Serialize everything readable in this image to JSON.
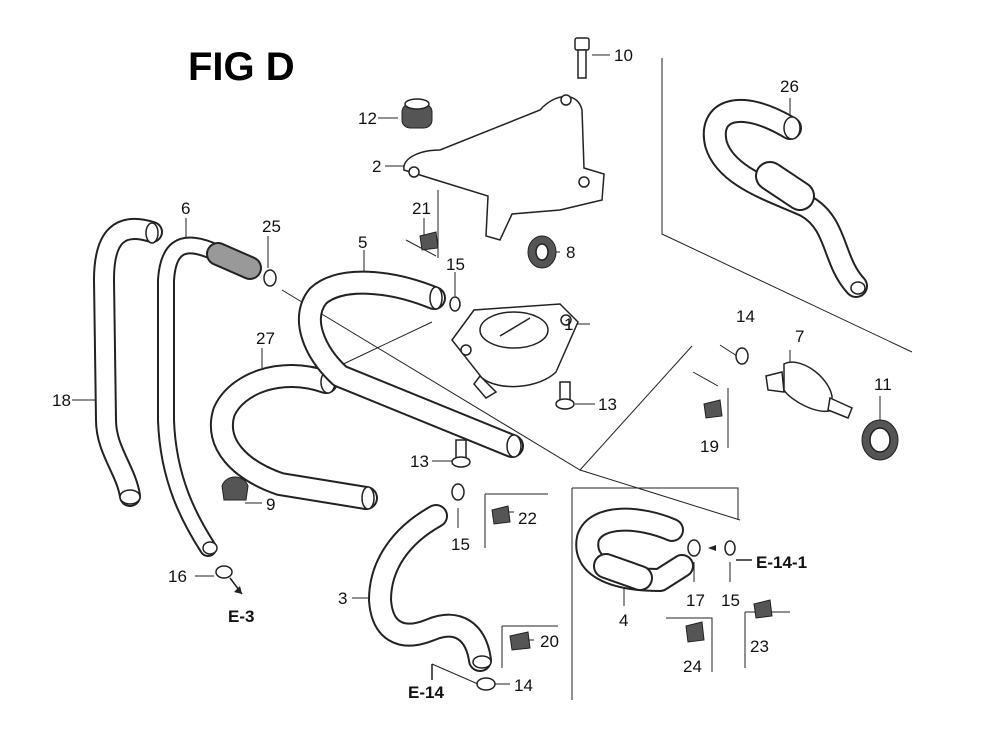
{
  "title": "FIG D",
  "labels": [
    {
      "id": "1",
      "text": "1"
    },
    {
      "id": "2",
      "text": "2"
    },
    {
      "id": "3",
      "text": "3"
    },
    {
      "id": "4",
      "text": "4"
    },
    {
      "id": "5",
      "text": "5"
    },
    {
      "id": "6",
      "text": "6"
    },
    {
      "id": "7",
      "text": "7"
    },
    {
      "id": "8",
      "text": "8"
    },
    {
      "id": "9",
      "text": "9"
    },
    {
      "id": "10",
      "text": "10"
    },
    {
      "id": "11",
      "text": "11"
    },
    {
      "id": "12",
      "text": "12"
    },
    {
      "id": "13a",
      "text": "13"
    },
    {
      "id": "13b",
      "text": "13"
    },
    {
      "id": "14a",
      "text": "14"
    },
    {
      "id": "14b",
      "text": "14"
    },
    {
      "id": "15a",
      "text": "15"
    },
    {
      "id": "15b",
      "text": "15"
    },
    {
      "id": "15c",
      "text": "15"
    },
    {
      "id": "16",
      "text": "16"
    },
    {
      "id": "17",
      "text": "17"
    },
    {
      "id": "18",
      "text": "18"
    },
    {
      "id": "19",
      "text": "19"
    },
    {
      "id": "20",
      "text": "20"
    },
    {
      "id": "21",
      "text": "21"
    },
    {
      "id": "22",
      "text": "22"
    },
    {
      "id": "23",
      "text": "23"
    },
    {
      "id": "24",
      "text": "24"
    },
    {
      "id": "25",
      "text": "25"
    },
    {
      "id": "26",
      "text": "26"
    },
    {
      "id": "27",
      "text": "27"
    }
  ],
  "references": {
    "e3": "E-3",
    "e14": "E-14",
    "e14_1": "E-14-1"
  }
}
